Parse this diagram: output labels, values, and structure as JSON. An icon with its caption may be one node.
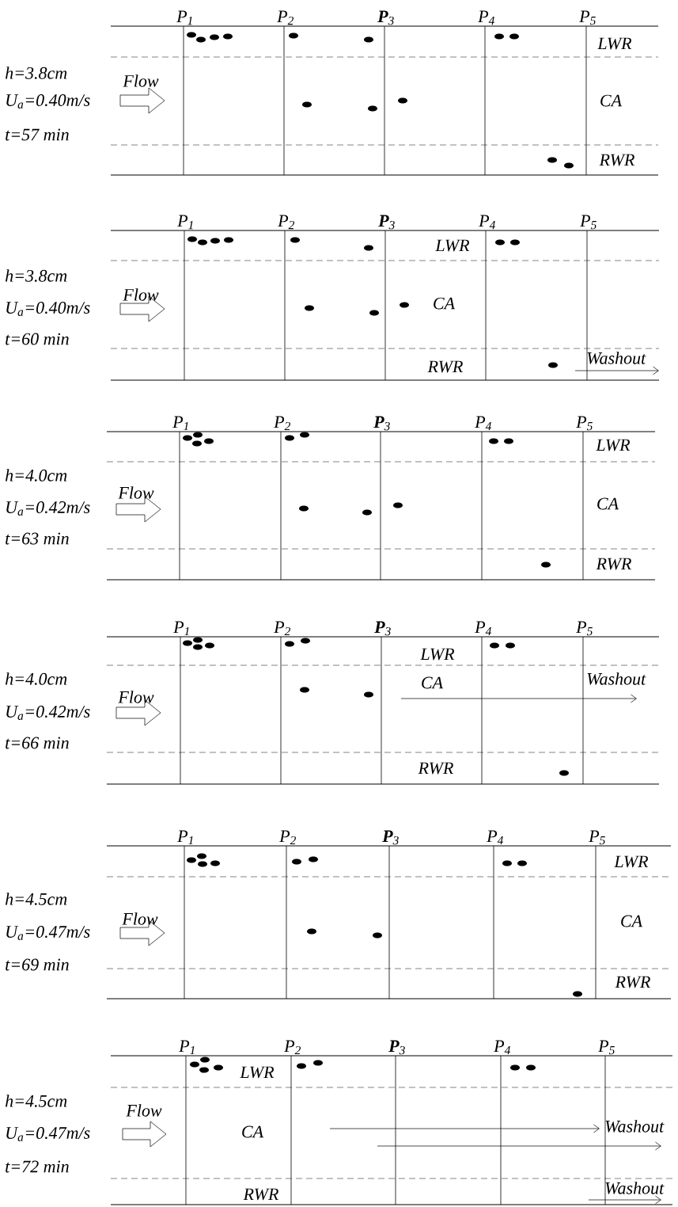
{
  "diagram": {
    "labels": [
      "P$_{1}$",
      "P$_{2}$",
      "**P**$_{3}$",
      "P$_{4}$",
      "P$_{5}$",
      "LWR",
      "h=3.8cm",
      "Flow",
      "U$_{a}$=0.40m/s",
      "CA",
      "t=57 min",
      "RWR",
      "P$_{1}$",
      "P$_{2}$",
      "**P**$_{3}$",
      "P$_{4}$",
      "P$_{5}$",
      "LWR",
      "h=3.8cm",
      "Flow",
      "U$_{a}$=0.40m/s",
      "CA",
      "t=60 min",
      "Washout",
      "RWR",
      "P$_{1}$",
      "P$_{2}$",
      "**P**$_{3}$",
      "P$_{4}$",
      "P$_{5}$",
      "LWR",
      "h=4.0cm",
      "Flow",
      "U$_{a}$=0.42m/s",
      "CA",
      "t=63 min",
      "RWR",
      "P$_{1}$",
      "P$_{2}$",
      "**P**$_{3}$",
      "P$_{4}$",
      "P$_{5}$",
      "LWR",
      "h=4.0cm",
      "Flow",
      "U$_{a}$=0.42m/s",
      "CA",
      "t=66 min",
      "Washout",
      "RWR",
      "P$_{1}$",
      "P$_{2}$",
      "**P**$_{3}$",
      "P$_{4}$",
      "P$_{5}$",
      "LWR",
      "h=4.5cm",
      "Flow",
      "U$_{a}$=0.47m/s",
      "CA",
      "t=69 min",
      "RWR",
      "P$_{1}$",
      "P$_{2}$",
      "**P**$_{3}$",
      "P$_{4}$",
      "P$_{5}$",
      "LWR",
      "h=4.5cm",
      "Flow",
      "U$_{a}$=0.47m/s",
      "CA",
      "t=72 min",
      "Washout",
      "Washout",
      "RWR"
    ]
  }
}
